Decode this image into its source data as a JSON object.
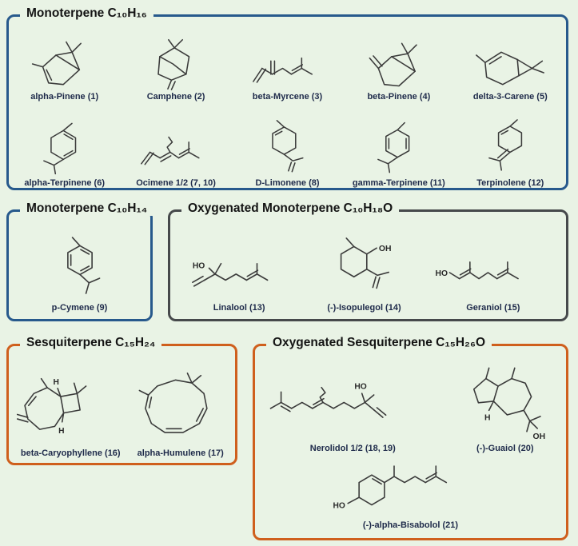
{
  "page": {
    "background": "#e9f3e5"
  },
  "atom_labels": {
    "ho": "HO",
    "oh": "OH",
    "h": "H"
  },
  "groups": [
    {
      "title": "Monoterpene C₁₀H₁₆",
      "border_color": "#27598c",
      "compounds": [
        {
          "label": "alpha-Pinene (1)"
        },
        {
          "label": "Camphene (2)"
        },
        {
          "label": "beta-Myrcene (3)"
        },
        {
          "label": "beta-Pinene (4)"
        },
        {
          "label": "delta-3-Carene (5)"
        },
        {
          "label": "alpha-Terpinene (6)"
        },
        {
          "label": "Ocimene 1/2 (7, 10)"
        },
        {
          "label": "D-Limonene (8)"
        },
        {
          "label": "gamma-Terpinene (11)"
        },
        {
          "label": "Terpinolene (12)"
        }
      ]
    },
    {
      "title": "Monoterpene C₁₀H₁₄",
      "border_color": "#27598c",
      "compounds": [
        {
          "label": "p-Cymene (9)"
        }
      ]
    },
    {
      "title": "Oxygenated Monoterpene C₁₀H₁₈O",
      "border_color": "#46494b",
      "compounds": [
        {
          "label": "Linalool (13)"
        },
        {
          "label": "(-)-Isopulegol (14)"
        },
        {
          "label": "Geraniol (15)"
        }
      ]
    },
    {
      "title": "Sesquiterpene C₁₅H₂₄",
      "border_color": "#cf5f1d",
      "compounds": [
        {
          "label": "beta-Caryophyllene (16)"
        },
        {
          "label": "alpha-Humulene (17)"
        }
      ]
    },
    {
      "title": "Oxygenated Sesquiterpene C₁₅H₂₆O",
      "border_color": "#cf5f1d",
      "compounds": [
        {
          "label": "Nerolidol 1/2 (18, 19)"
        },
        {
          "label": "(-)-Guaiol (20)"
        },
        {
          "label": "(-)-alpha-Bisabolol (21)"
        }
      ]
    }
  ]
}
